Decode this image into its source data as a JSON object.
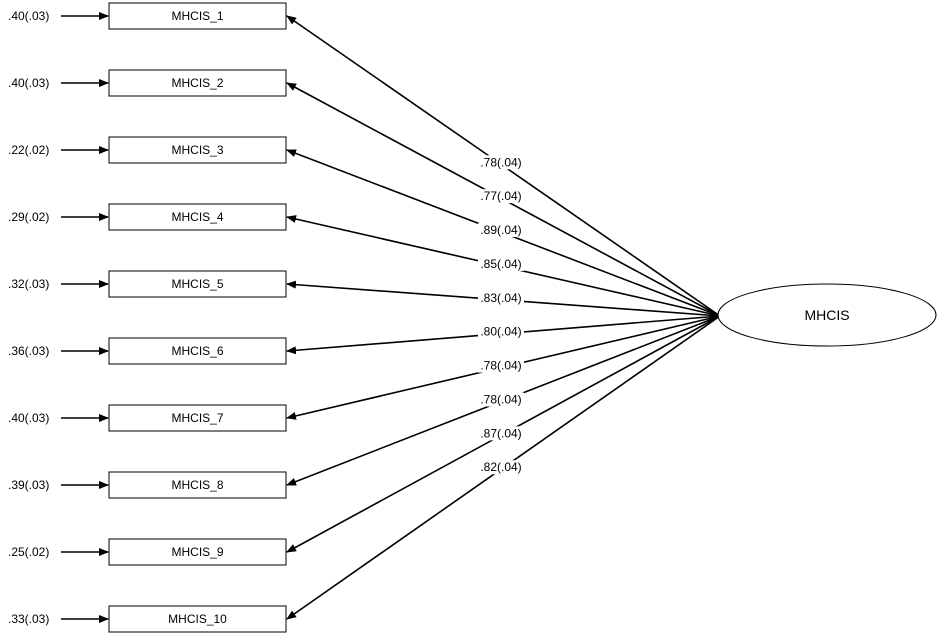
{
  "latent": {
    "label": "MHCIS"
  },
  "indicators": [
    {
      "label": "MHCIS_1",
      "error": ".40(.03)",
      "loading": ".78(.04)"
    },
    {
      "label": "MHCIS_2",
      "error": ".40(.03)",
      "loading": ".77(.04)"
    },
    {
      "label": "MHCIS_3",
      "error": ".22(.02)",
      "loading": ".89(.04)"
    },
    {
      "label": "MHCIS_4",
      "error": ".29(.02)",
      "loading": ".85(.04)"
    },
    {
      "label": "MHCIS_5",
      "error": ".32(.03)",
      "loading": ".83(.04)"
    },
    {
      "label": "MHCIS_6",
      "error": ".36(.03)",
      "loading": ".80(.04)"
    },
    {
      "label": "MHCIS_7",
      "error": ".40(.03)",
      "loading": ".78(.04)"
    },
    {
      "label": "MHCIS_8",
      "error": ".39(.03)",
      "loading": ".78(.04)"
    },
    {
      "label": "MHCIS_9",
      "error": ".25(.02)",
      "loading": ".87(.04)"
    },
    {
      "label": "MHCIS_10",
      "error": ".33(.03)",
      "loading": ".82(.04)"
    }
  ]
}
